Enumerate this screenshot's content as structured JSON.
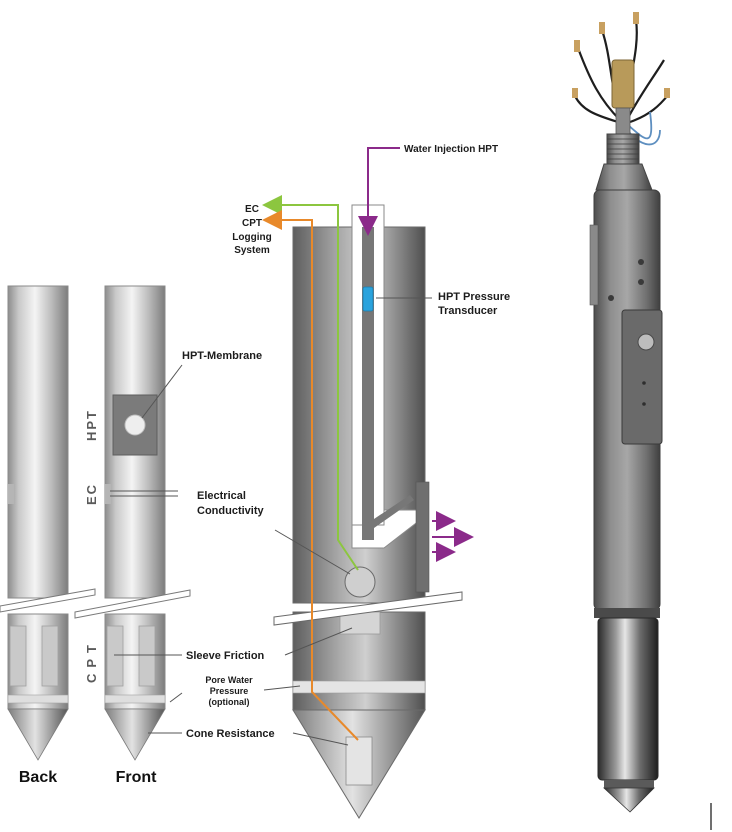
{
  "labels": {
    "water_injection": "Water Injection HPT",
    "ec": "EC",
    "cpt": "CPT",
    "logging": "Logging",
    "system": "System",
    "hpt_pressure_1": "HPT Pressure",
    "hpt_pressure_2": "Transducer",
    "hpt_membrane": "HPT-Membrane",
    "electrical_1": "Electrical",
    "electrical_2": "Conductivity",
    "sleeve_friction": "Sleeve Friction",
    "pore_1": "Pore Water",
    "pore_2": "Pressure",
    "pore_3": "(optional)",
    "cone_resistance": "Cone Resistance",
    "back": "Back",
    "front": "Front",
    "section_hpt": "HPT",
    "section_ec": "EC",
    "section_cpt": "CPT"
  },
  "colors": {
    "ec_line": "#8cc63f",
    "cpt_line": "#e8892a",
    "water_line": "#8b2a8a",
    "transducer": "#2aa3dd",
    "leader": "#555555"
  }
}
